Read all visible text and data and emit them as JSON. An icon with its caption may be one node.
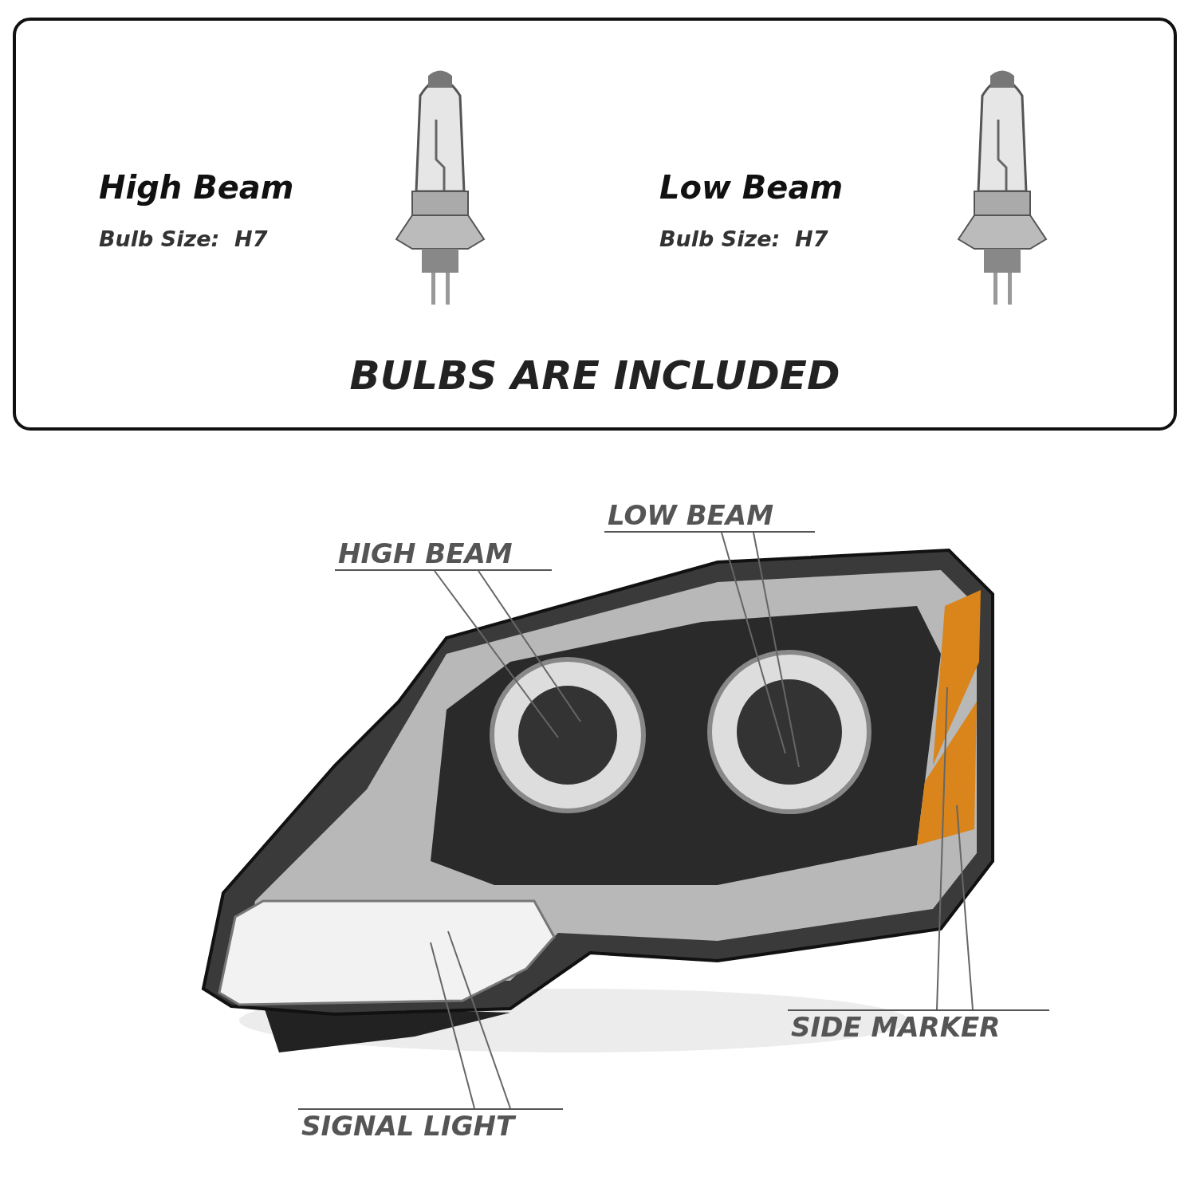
{
  "diagram": {
    "nodes": [
      {
        "text": [
          "High Beam",
          "Bulb Size:  H7",
          "Low Beam",
          "Bulb Size:  H7",
          "BULBS ARE INCLUDED"
        ]
      },
      {
        "text": [
          "HIGH BEAM"
        ]
      },
      {
        "text": [
          "LOW BEAM"
        ]
      },
      {
        "text": [
          "SIDE MARKER"
        ]
      },
      {
        "text": [
          "SIGNAL LIGHT"
        ]
      }
    ],
    "edges": [
      {
        "from": 1,
        "to": null,
        "arrow": "none"
      },
      {
        "from": 1,
        "to": null,
        "arrow": "none"
      },
      {
        "from": 2,
        "to": null,
        "arrow": "none"
      },
      {
        "from": 2,
        "to": null,
        "arrow": "none"
      },
      {
        "from": 3,
        "to": null,
        "arrow": "none"
      },
      {
        "from": 3,
        "to": null,
        "arrow": "none"
      },
      {
        "from": 4,
        "to": null,
        "arrow": "none"
      },
      {
        "from": 4,
        "to": null,
        "arrow": "none"
      }
    ]
  }
}
